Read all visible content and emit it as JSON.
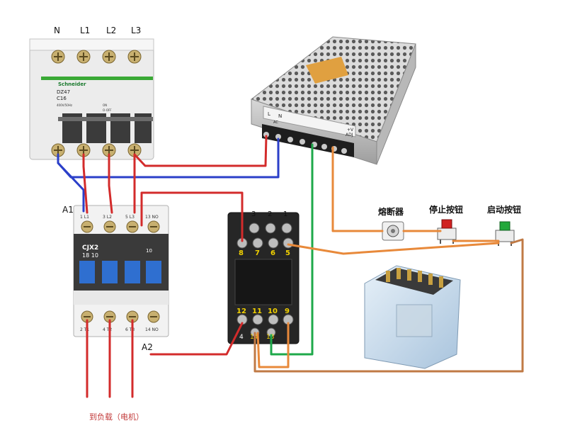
{
  "breaker": {
    "phase_labels": [
      "N",
      "L1",
      "L2",
      "L3"
    ],
    "brand": "Schneider",
    "model": "DZ47",
    "rating": "C16",
    "markings": [
      "400V/50Hz",
      "ON",
      "O-OFF"
    ]
  },
  "contactor": {
    "top_terminal_labels": [
      "1 L1",
      "3 L2",
      "5 L3",
      "13 NO"
    ],
    "bottom_terminal_labels": [
      "2 T1",
      "4 T2",
      "6 T3",
      "14 NO"
    ],
    "model": "CJX2",
    "code": "18 10",
    "side_code": "10",
    "coil_label_1": "A1",
    "coil_label_2": "A2"
  },
  "relay_socket": {
    "top_numbers": [
      "3",
      "2",
      "1"
    ],
    "row2_numbers": [
      "8",
      "7",
      "6",
      "5"
    ],
    "row3_numbers": [
      "12",
      "11",
      "10",
      "9"
    ],
    "bottom_numbers": [
      "4",
      "14",
      "13"
    ]
  },
  "power_supply": {
    "labels": [
      "L",
      "N",
      "AC",
      "+V",
      "ADJ"
    ]
  },
  "components": {
    "fuse_label": "熔断器",
    "stop_button_label": "停止按钮",
    "start_button_label": "启动按钮"
  },
  "load_label": "到负载（电机）",
  "wire_colors": {
    "red": "#d32b2b",
    "blue": "#2b3fc9",
    "green": "#1ea84a",
    "orange": "#e8893a",
    "brown": "#c07a45"
  }
}
